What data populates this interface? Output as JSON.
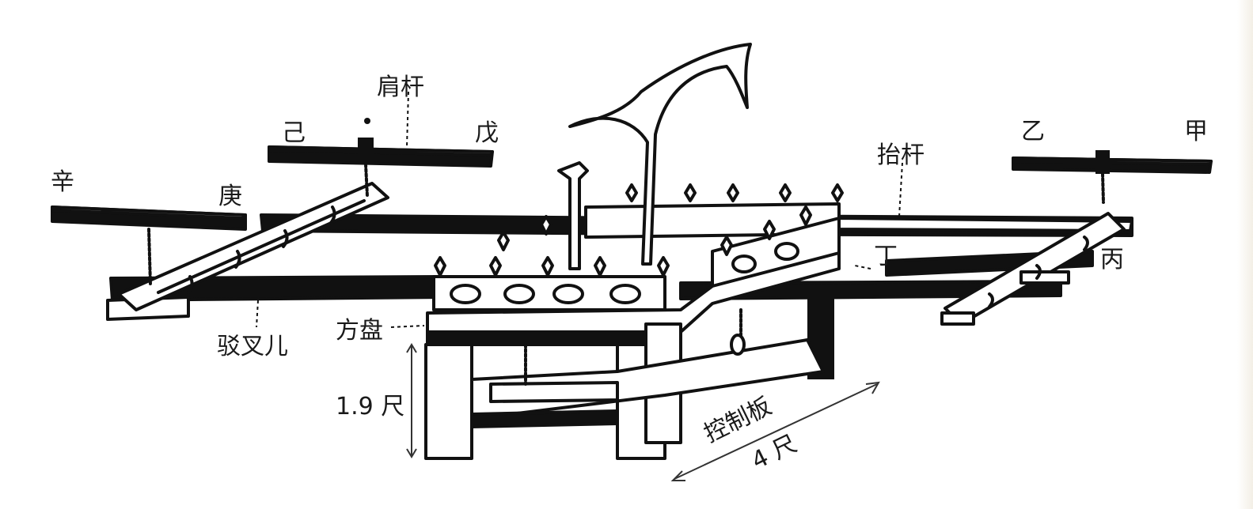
{
  "labels": {
    "shoulder_pole": "肩杆",
    "ji": "己",
    "wu": "戊",
    "xin": "辛",
    "geng": "庚",
    "yi": "乙",
    "jia": "甲",
    "lift_pole": "抬杆",
    "ding": "丁",
    "bing": "丙",
    "fork": "驳叉儿",
    "square_tray": "方盘",
    "height": "1.9 尺",
    "control_board": "控制板",
    "length": "4 尺"
  }
}
